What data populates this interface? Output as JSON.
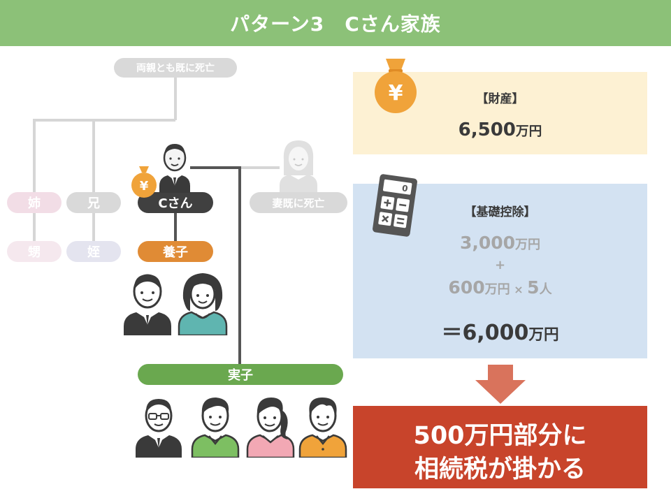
{
  "header": {
    "title": "パターン3　Cさん家族"
  },
  "tree": {
    "parents_label": "両親とも既に死亡",
    "sister_label": "姉",
    "brother_label": "兄",
    "c_label": "Cさん",
    "wife_label": "妻既に死亡",
    "niece_label": "甥",
    "nephew_label": "姪",
    "adopted_label": "養子",
    "real_children_label": "実子",
    "yen_symbol": "¥"
  },
  "assets": {
    "title": "【財産】",
    "amount_number": "6,500",
    "amount_unit": "万円",
    "yen_symbol": "¥"
  },
  "deduction": {
    "title": "【基礎控除】",
    "base_number": "3,000",
    "base_unit": "万円",
    "plus": "+",
    "per_number": "600",
    "per_unit": "万円",
    "times": "×",
    "count_number": "5",
    "count_unit": "人",
    "total_prefix": "＝",
    "total_number": "6,000",
    "total_unit": "万円",
    "calculator_display": "0"
  },
  "result": {
    "line1": "500万円部分に",
    "line2": "相続税が掛かる"
  },
  "colors": {
    "header": "#8cc178",
    "c_pill": "#404040",
    "adopted": "#e08b35",
    "real_children": "#6aa84f",
    "assets_bg": "#fdf1d3",
    "deduction_bg": "#d3e2f2",
    "result_bg": "#c8442b",
    "arrow": "#d9735c",
    "coin": "#f0a33a"
  }
}
